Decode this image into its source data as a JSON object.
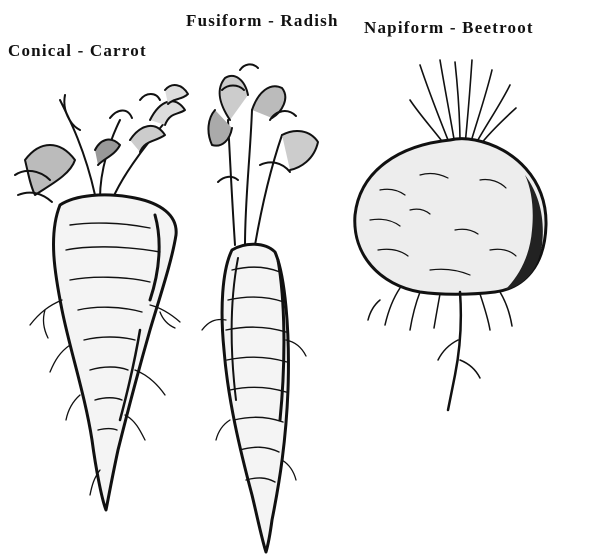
{
  "labels": {
    "carrot": "Conical - Carrot",
    "radish": "Fusiform - Radish",
    "beetroot": "Napiform - Beetroot"
  },
  "colors": {
    "ink": "#111111",
    "background": "#ffffff"
  }
}
